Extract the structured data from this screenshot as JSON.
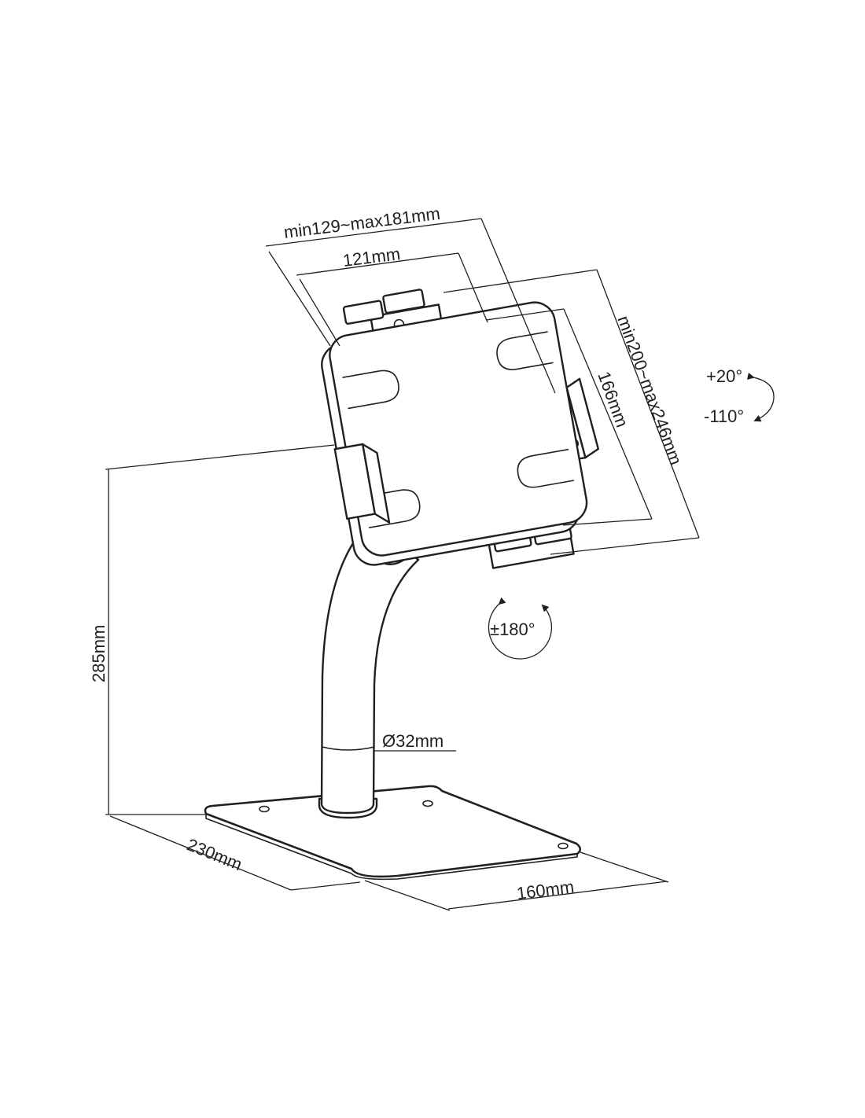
{
  "dimensions": {
    "grip_width": "min129~max181mm",
    "inner_width": "121mm",
    "grip_height": "min200~max246mm",
    "inner_height": "166mm",
    "stand_height": "285mm",
    "pole_diameter": "Ø32mm",
    "base_depth": "230mm",
    "base_width": "160mm"
  },
  "angles": {
    "tilt_up": "+20°",
    "tilt_down": "-110°",
    "rotation": "±180°"
  }
}
